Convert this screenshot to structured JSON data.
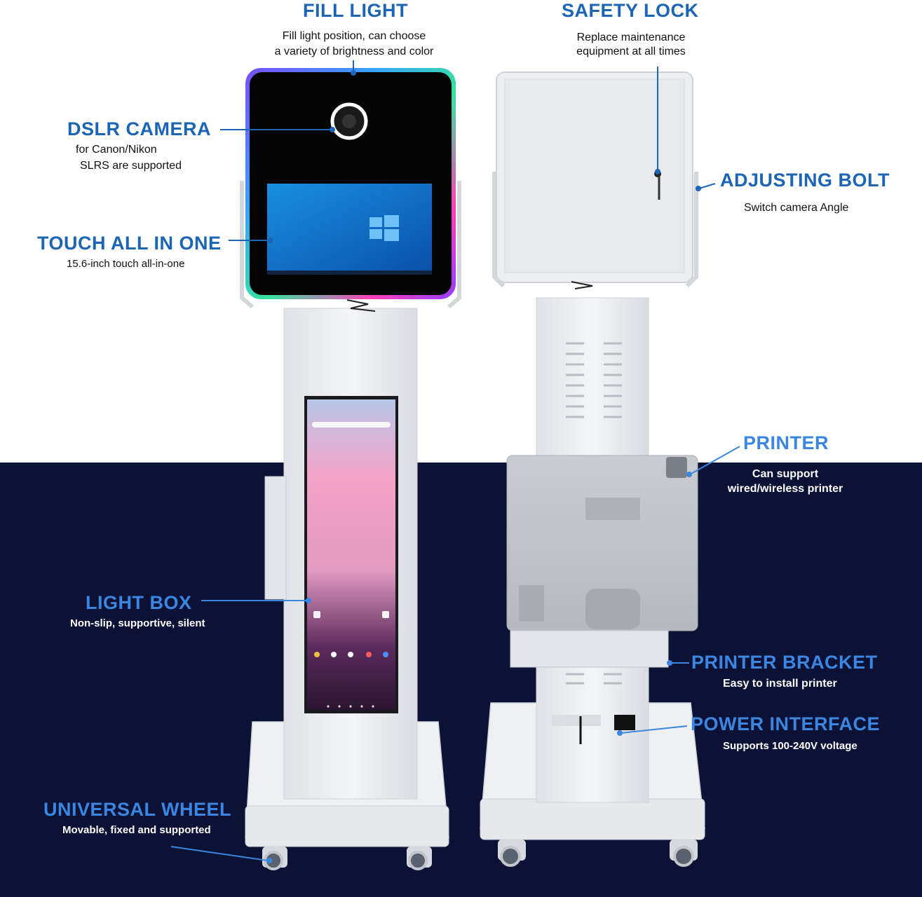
{
  "labels": {
    "fill_light": {
      "title": "FILL LIGHT",
      "desc_1": "Fill light position, can choose",
      "desc_2": "a variety of brightness and color"
    },
    "safety_lock": {
      "title": "SAFETY LOCK",
      "desc_1": "Replace maintenance",
      "desc_2": "equipment at all times"
    },
    "dslr_camera": {
      "title": "DSLR CAMERA",
      "desc_1": "for Canon/Nikon",
      "desc_2": "SLRS are supported"
    },
    "adjusting_bolt": {
      "title": "ADJUSTING BOLT",
      "desc_1": "Switch camera Angle"
    },
    "touch_all_in_one": {
      "title": "TOUCH ALL IN ONE",
      "desc_1": "15.6-inch touch all-in-one"
    },
    "printer": {
      "title": "PRINTER",
      "desc_1": "Can support",
      "desc_2": "wired/wireless printer"
    },
    "light_box": {
      "title": "LIGHT BOX",
      "desc_1": "Non-slip, supportive, silent"
    },
    "printer_bracket": {
      "title": "PRINTER BRACKET",
      "desc_1": "Easy to install printer"
    },
    "power_interface": {
      "title": "POWER INTERFACE",
      "desc_1": "Supports 100-240V voltage"
    },
    "universal_wheel": {
      "title": "UNIVERSAL WHEEL",
      "desc_1": "Movable, fixed and supported"
    }
  },
  "colors": {
    "label_blue": "#1c64b4",
    "label_blue_dark_bg": "#3a86e0",
    "lower_background": "#0b1236",
    "cabinet_white": "#e9ebee"
  }
}
